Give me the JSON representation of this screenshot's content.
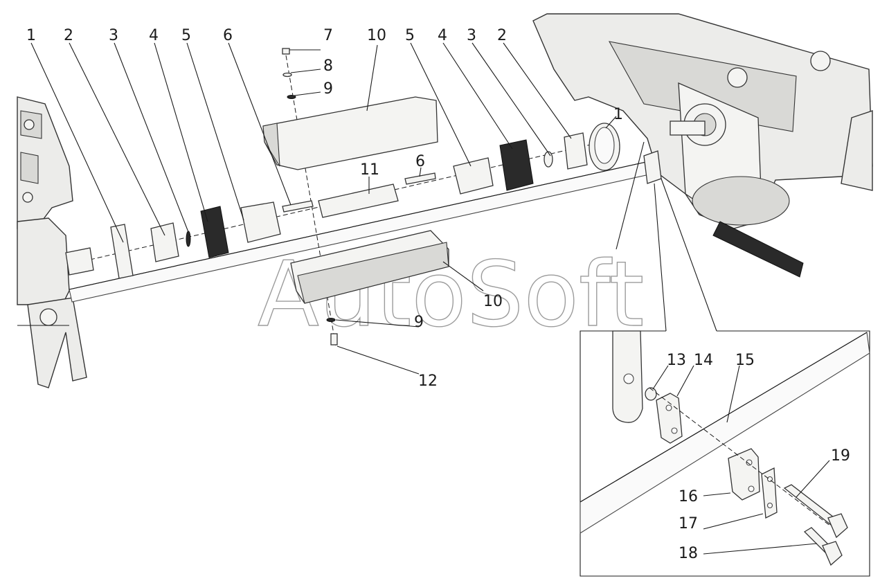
{
  "watermark": "AutoSoft",
  "callouts": {
    "c1a": "1",
    "c2a": "2",
    "c3a": "3",
    "c4a": "4",
    "c5a": "5",
    "c6a": "6",
    "c7": "7",
    "c8": "8",
    "c9a": "9",
    "c10a": "10",
    "c5b": "5",
    "c4b": "4",
    "c3b": "3",
    "c2b": "2",
    "c1b": "1",
    "c11": "11",
    "c6b": "6",
    "c10b": "10",
    "c9b": "9",
    "c12": "12",
    "c13": "13",
    "c14": "14",
    "c15": "15",
    "c16": "16",
    "c17": "17",
    "c18": "18",
    "c19": "19"
  }
}
